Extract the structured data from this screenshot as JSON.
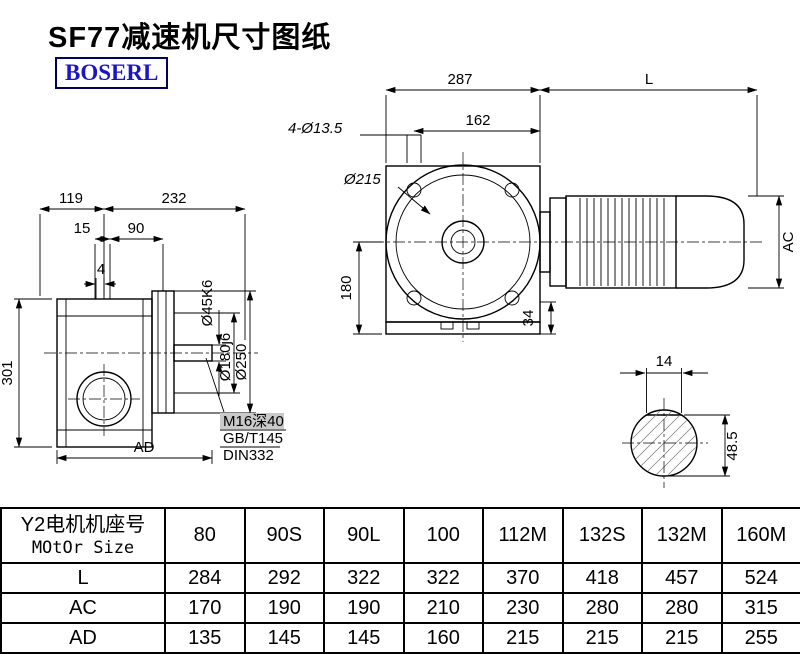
{
  "page": {
    "title": "SF77减速机尺寸图纸",
    "logo_text": "BOSERL"
  },
  "colors": {
    "logo_text": "#1a16c8",
    "logo_border": "#000060",
    "drawing_lines": "#000000",
    "note_highlight": "#c9c9c9"
  },
  "drawing": {
    "front_view": {
      "dim_287": "287",
      "dim_L": "L",
      "dim_162": "162",
      "holes_callout": "4-Ø13.5",
      "flange_dia": "Ø215",
      "dim_180": "180",
      "dim_34": "34",
      "dim_AC": "AC"
    },
    "side_view": {
      "dim_119": "119",
      "dim_232": "232",
      "dim_15": "15",
      "dim_90": "90",
      "dim_4": "4",
      "dim_301": "301",
      "dim_AD": "AD",
      "shaft_dia": "Ø45K6",
      "hub_dia": "Ø180j6",
      "flange_dia": "Ø250",
      "note_1": "M16深40",
      "note_2": "GB/T145",
      "note_3": "DIN332"
    },
    "shaft_section": {
      "dim_14": "14",
      "dim_48_5": "48.5"
    }
  },
  "table": {
    "header": {
      "line1": "Y2电机机座号",
      "line2": "MOtOr Size"
    },
    "columns": [
      "80",
      "90S",
      "90L",
      "100",
      "112M",
      "132S",
      "132M",
      "160M"
    ],
    "rows": [
      {
        "label": "L",
        "values": [
          "284",
          "292",
          "322",
          "322",
          "370",
          "418",
          "457",
          "524"
        ]
      },
      {
        "label": "AC",
        "values": [
          "170",
          "190",
          "190",
          "210",
          "230",
          "280",
          "280",
          "315"
        ]
      },
      {
        "label": "AD",
        "values": [
          "135",
          "145",
          "145",
          "160",
          "215",
          "215",
          "215",
          "255"
        ]
      }
    ]
  }
}
